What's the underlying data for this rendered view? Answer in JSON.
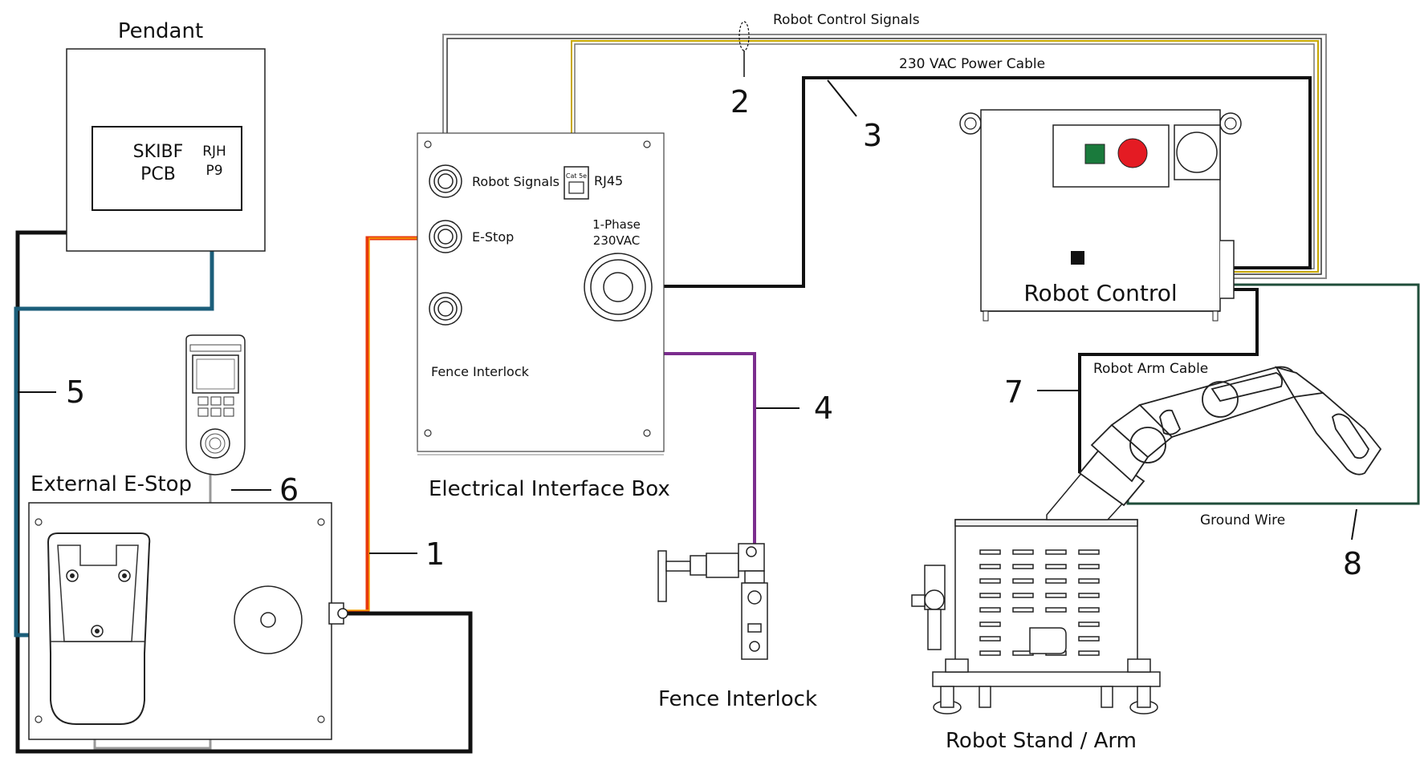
{
  "titles": {
    "pendant": "Pendant",
    "external_estop": "External E-Stop",
    "electrical_interface_box": "Electrical Interface Box",
    "fence_interlock": "Fence Interlock",
    "robot_control": "Robot Control",
    "robot_stand_arm": "Robot Stand / Arm"
  },
  "pcb": {
    "name_line1": "SKIBF",
    "name_line2": "PCB",
    "connector_line1": "RJH",
    "connector_line2": "P9"
  },
  "box_labels": {
    "robot_signals": "Robot Signals",
    "rj45": "RJ45",
    "rj45_jack": "Cat 5e",
    "estop": "E-Stop",
    "phase_line1": "1-Phase",
    "phase_line2": "230VAC",
    "fence_interlock_port": "Fence Interlock"
  },
  "cable_labels": {
    "robot_control_signals": "Robot Control Signals",
    "power_cable": "230 VAC Power Cable",
    "robot_arm_cable": "Robot Arm Cable",
    "ground_wire": "Ground Wire"
  },
  "numbers": [
    "1",
    "2",
    "3",
    "4",
    "5",
    "6",
    "7",
    "8"
  ],
  "colors": {
    "estop_cable": "#e8380d",
    "fence_cable": "#7b2d8e",
    "pendant_cable": "#1b5e7a",
    "ground_wire": "#1f4d3a",
    "signal_yellow": "#c8a800",
    "green_button": "#1a7a3c",
    "red_button": "#e41b23"
  }
}
